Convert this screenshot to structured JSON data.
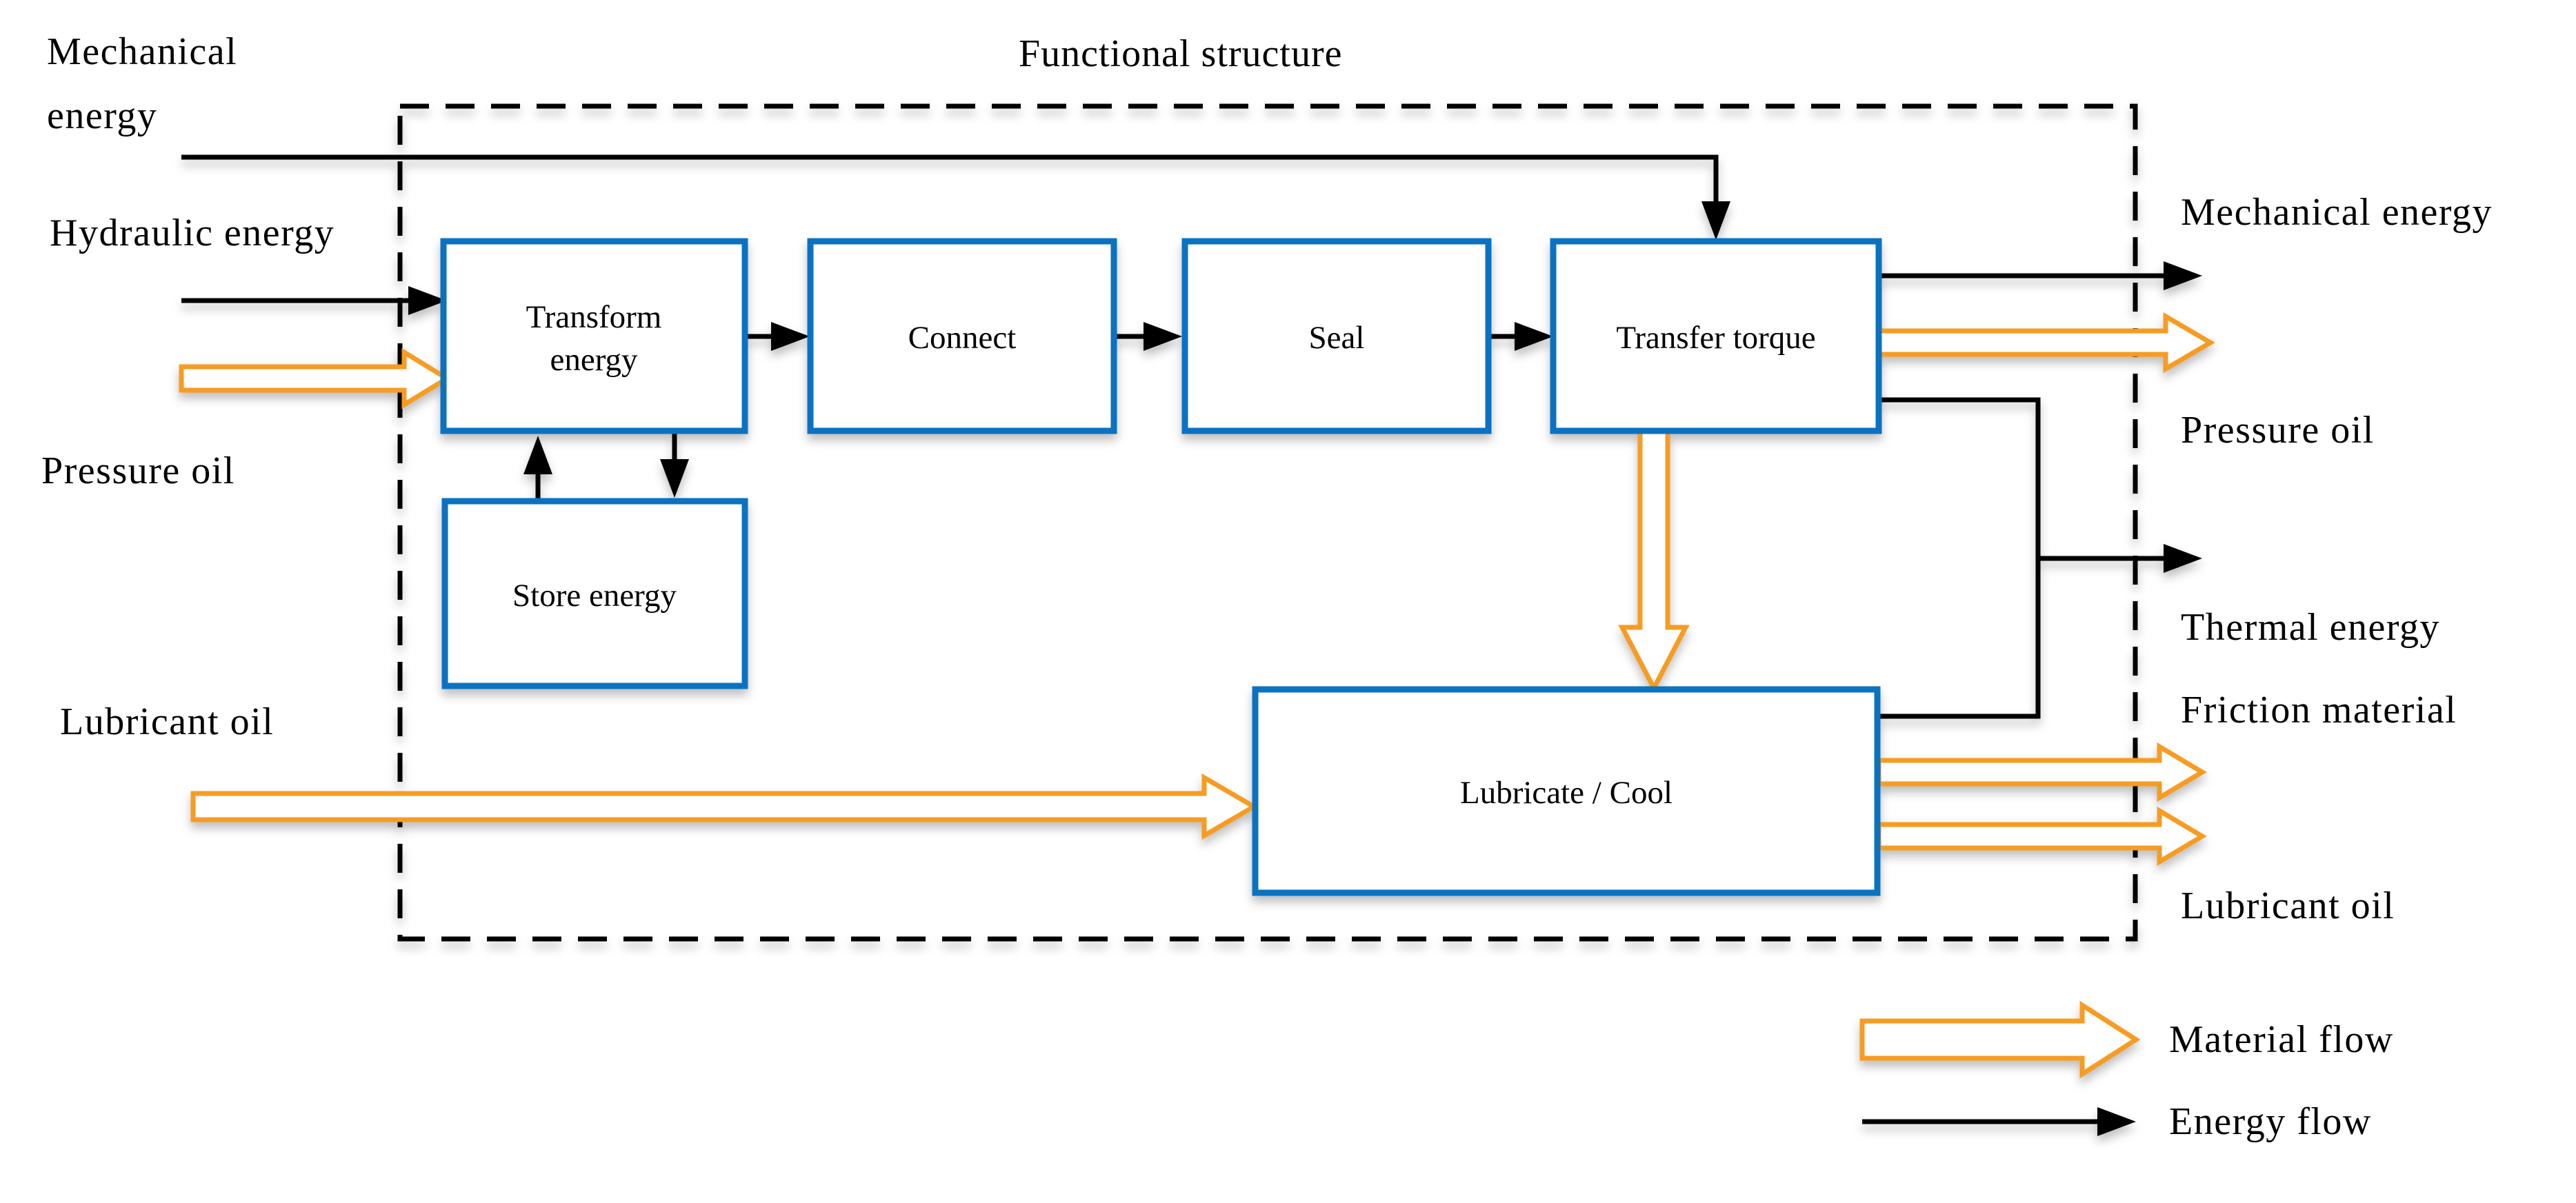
{
  "diagram": {
    "title": "Functional structure",
    "nodes": {
      "transform_line1": "Transform",
      "transform_line2": "energy",
      "connect": "Connect",
      "seal": "Seal",
      "transfer": "Transfer torque",
      "store": "Store energy",
      "lubricate": "Lubricate / Cool"
    },
    "inputs": {
      "mechanical_line1": "Mechanical",
      "mechanical_line2": "energy",
      "hydraulic": "Hydraulic energy",
      "pressure": "Pressure oil",
      "lubricant": "Lubricant oil"
    },
    "outputs": {
      "mechanical": "Mechanical energy",
      "pressure": "Pressure oil",
      "thermal": "Thermal energy",
      "friction": "Friction material",
      "lubricant": "Lubricant oil"
    },
    "legend": {
      "material": "Material flow",
      "energy": "Energy flow"
    },
    "colors": {
      "node_border": "#0B72C2",
      "material_flow": "#F79C23",
      "energy_flow": "#000000"
    }
  }
}
